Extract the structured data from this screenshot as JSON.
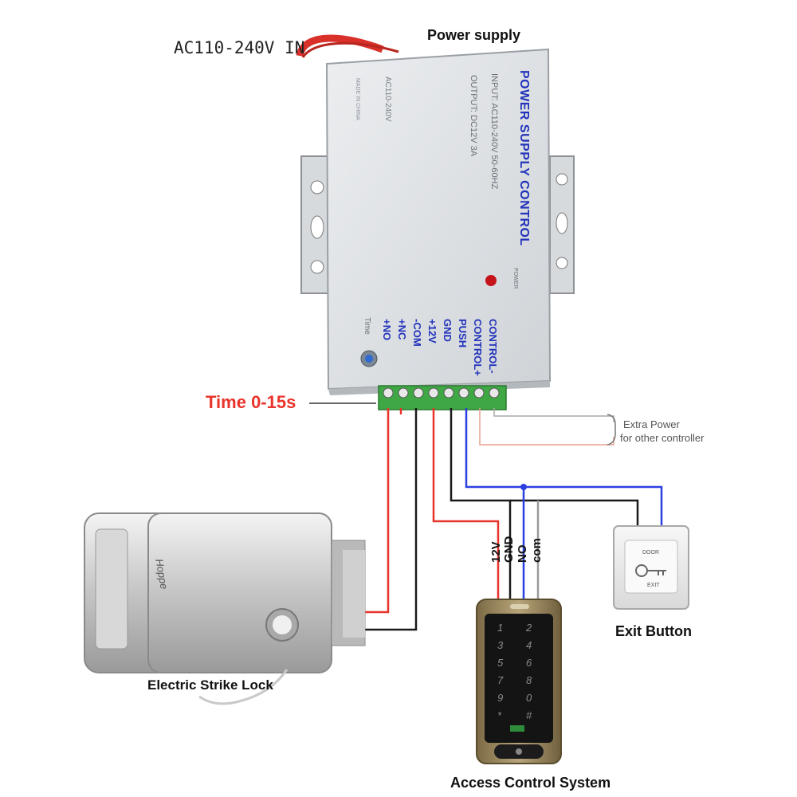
{
  "labels": {
    "ac_input": "AC110-240V  IN",
    "power_supply": "Power supply",
    "time_range": "Time 0-15s",
    "extra_power_line1": "Extra Power",
    "extra_power_line2": "for other controller",
    "exit_button": "Exit Button",
    "electric_strike_lock": "Electric Strike Lock",
    "access_control_system": "Access Control System"
  },
  "power_supply_unit": {
    "title": "POWER SUPPLY CONTROL",
    "input_spec": "INPUT: AC110-240V  50-60HZ",
    "output_spec": "OUTPUT: DC12V  3A",
    "model": "AC110-240V",
    "made_in": "MADE IN CHINA",
    "power_led_label": "POWER",
    "time_knob_label": "Time",
    "terminals": [
      "+NO",
      "+NC",
      "-COM",
      "+12V",
      "GND",
      "PUSH",
      "CONTROL+",
      "CONTROL-"
    ]
  },
  "keypad_wires": [
    "12V",
    "GND",
    "NO",
    "com"
  ],
  "keypad_keys": [
    "1",
    "2",
    "3",
    "4",
    "5",
    "6",
    "7",
    "8",
    "9",
    "0",
    "*",
    "#"
  ],
  "exit_button_face": {
    "top": "DOOR",
    "bottom": "EXIT"
  },
  "lock_brand": "Hoppe",
  "colors": {
    "wire_red": "#e8342b",
    "wire_black": "#1a1a1a",
    "wire_blue": "#2a3fe0",
    "wire_gray": "#9a9a9a",
    "terminal_green": "#3fa845",
    "label_red": "#e8342b",
    "ps_text_blue": "#2233bb"
  }
}
